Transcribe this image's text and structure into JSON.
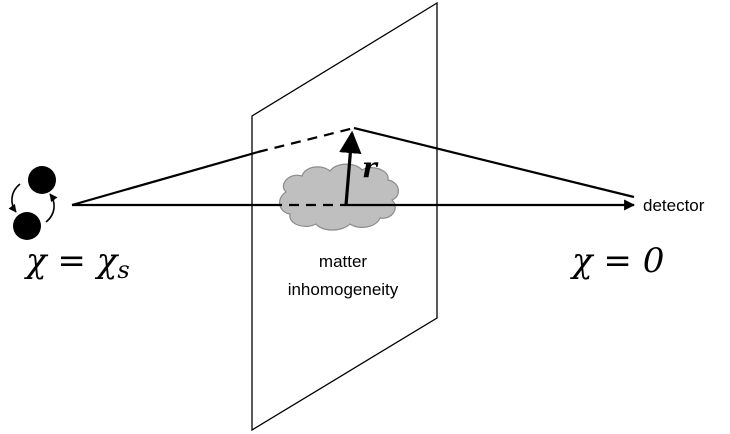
{
  "labels": {
    "detector": "detector",
    "r_vector": "r",
    "matter_line1": "matter",
    "matter_line2": "inhomogeneity",
    "source_eq_lhs": "χ",
    "source_eq_op": " = ",
    "source_eq_rhs": "χ",
    "source_eq_sub": "s",
    "detector_eq": "χ = 0"
  },
  "colors": {
    "line": "#000000",
    "cloud_fill": "#bfbfbf",
    "cloud_stroke": "#8c8c8c",
    "plane_stroke": "#000000"
  }
}
